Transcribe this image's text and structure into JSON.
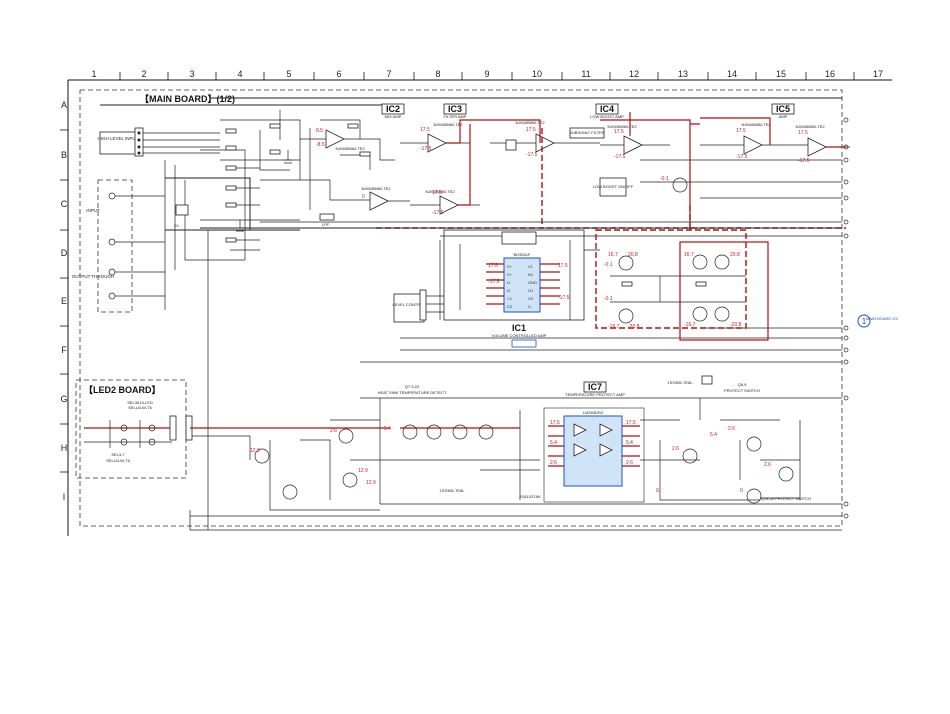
{
  "grid": {
    "columns": [
      "1",
      "2",
      "3",
      "4",
      "5",
      "6",
      "7",
      "8",
      "9",
      "10",
      "11",
      "12",
      "13",
      "14",
      "15",
      "16",
      "17"
    ],
    "rows": [
      "A",
      "B",
      "C",
      "D",
      "E",
      "F",
      "G",
      "H",
      "I"
    ]
  },
  "boards": {
    "main": "【MAIN BOARD】(1/2)",
    "led2": "【LED2 BOARD】"
  },
  "ics": {
    "ic2": {
      "name": "IC2",
      "desc": "MIX AMP",
      "part": "NJM4558M-TE2"
    },
    "ic3": {
      "name": "IC3",
      "desc": "FILTER AMP",
      "part": "NJM4558M-TE2"
    },
    "ic4": {
      "name": "IC4",
      "desc": "LOW BOOST AMP",
      "part": "NJM4558M-TE2"
    },
    "ic5": {
      "name": "IC5",
      "desc": "AMP",
      "part": "NJM4558M-TE2"
    },
    "ic1": {
      "name": "IC1",
      "desc": "VOLUME CONTROLLED AMP",
      "part": "BH3541F"
    },
    "ic7": {
      "name": "IC7",
      "desc": "TEMPERATURE PROTECT AMP",
      "part": "LM393DR2"
    }
  },
  "labels": {
    "high_level_input": "HIGH LEVEL INPUT",
    "input": "INPUT",
    "output_through": "OUTPUT THROUGH",
    "level_control": "LEVEL CONTROL",
    "lpf": "LPF",
    "low_boost": "LOW BOOST ON/OFF",
    "subsonic": "SUBSONIC FILTER",
    "heat_sink": "HEAT SINK TEMPERATURE DETECT",
    "protect_switch": "PROTECT SWITCH",
    "protect_switch2": "Q18,44 PROTECT SWITCH",
    "q_heat": "Q7-9,22",
    "q_protect": "Q8,9",
    "main_board_ref": "1",
    "main_board_ref_text": "MAIN BOARD 2/2",
    "led_part": "SEL3013-LED",
    "led_part2": "SELU4-W-T6",
    "diode_part": "1SS355-TE8L",
    "transistor_part": "2SA1037AK",
    "led2_part": "SEL3-7"
  },
  "voltages": {
    "a": "17.5",
    "b": "-17.5",
    "c": "8.5",
    "d": "-8.5",
    "e": "20.8",
    "f": "-20.8",
    "g": "0",
    "h": "-0.1",
    "i": "12.9",
    "j": "16.7",
    "k": "-16.7",
    "l": "5.4",
    "m": "2.6"
  }
}
